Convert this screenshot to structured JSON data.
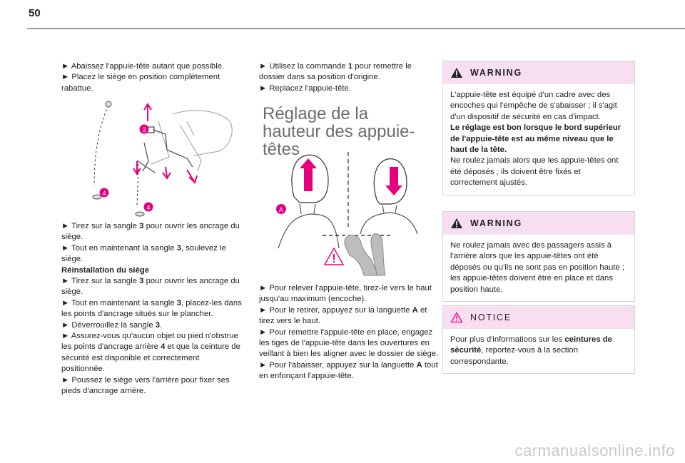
{
  "page": {
    "number": "50"
  },
  "col1_top": [
    "► Abaissez l'appuie-tête autant que possible.",
    "► Placez le siège en position complètement rabattue."
  ],
  "fig1": {
    "label3": "3",
    "label4a": "4",
    "label4b": "4"
  },
  "col1_bottom": {
    "l1a": "► Tirez sur la sangle ",
    "l1b": "3",
    "l1c": " pour ouvrir les ancrage du siège.",
    "l2a": "► Tout en maintenant la sangle ",
    "l2b": "3",
    "l2c": ", soulevez le siège.",
    "subtitle": "Réinstallation du siège",
    "l3a": "► Tirez sur la sangle ",
    "l3b": "3",
    "l3c": " pour ouvrir les ancrage du siège.",
    "l4a": "► Tout en maintenant la sangle ",
    "l4b": "3",
    "l4c": ", placez-les dans les points d'ancrage situés sur le plancher.",
    "l5a": "► Déverrouillez la sangle ",
    "l5b": "3",
    "l5c": ".",
    "l6a": "► Assurez-vous qu'aucun objet ou pied n'obstrue les points d'ancrage arrière ",
    "l6b": "4",
    "l6c": " et que la ceinture de sécurité est disponible et correctement positionnée.",
    "l7": "► Poussez le siège vers l'arrière pour fixer ses pieds d'ancrage arrière."
  },
  "col2_top": {
    "l1a": "► Utilisez la commande ",
    "l1b": "1",
    "l1c": " pour remettre le dossier dans sa position d'origine.",
    "l2": "► Replacez l'appuie-tête."
  },
  "heading": "Réglage de la hauteur des appuie-têtes",
  "fig2": {
    "labelA": "A"
  },
  "col2_bottom": {
    "l1": "► Pour relever l'appuie-tête, tirez-le vers le haut jusqu'au maximum (encoche).",
    "l2a": "► Pour le retirer, appuyez sur la languette ",
    "l2b": "A",
    "l2c": " et tirez vers le haut.",
    "l3": "► Pour remettre l'appuie-tête en place, engagez les tiges de l'appuie-tête dans les ouvertures en veillant à bien les aligner avec le dossier de siège.",
    "l4a": "► Pour l'abaisser, appuyez sur la languette ",
    "l4b": "A",
    "l4c": " tout en enfonçant l'appuie-tête."
  },
  "warning1": {
    "title": "WARNING",
    "p1": "L'appuie-tête est équipé d'un cadre avec des encoches qui l'empêche de s'abaisser ; il s'agit d'un dispositif de sécurité en cas d'impact.",
    "p2": "Le réglage est bon lorsque le bord supérieur de l'appuie-tête est au même niveau que le haut de la tête.",
    "p3": "Ne roulez jamais alors que les appuie-têtes ont été déposés ; ils doivent être fixés et correctement ajustés."
  },
  "warning2": {
    "title": "WARNING",
    "p1": "Ne roulez jamais avec des passagers assis à l'arrière alors que les appuie-têtes ont été déposés ou qu'ils ne sont pas en position haute ; les appuie-têtes doivent être en place et dans position haute."
  },
  "notice": {
    "title": "NOTICE",
    "p1a": "Pour plus d'informations sur les ",
    "p1b": "ceintures de sécurité",
    "p1c": ", reportez-vous à la section correspondante."
  },
  "watermark": "carmanualsonline.info",
  "colors": {
    "accent": "#e6007e",
    "box_header": "#f7dff1",
    "rule": "#9a9a9a"
  },
  "icons": [
    "warning-triangle-icon",
    "arrow-bullet-icon"
  ]
}
